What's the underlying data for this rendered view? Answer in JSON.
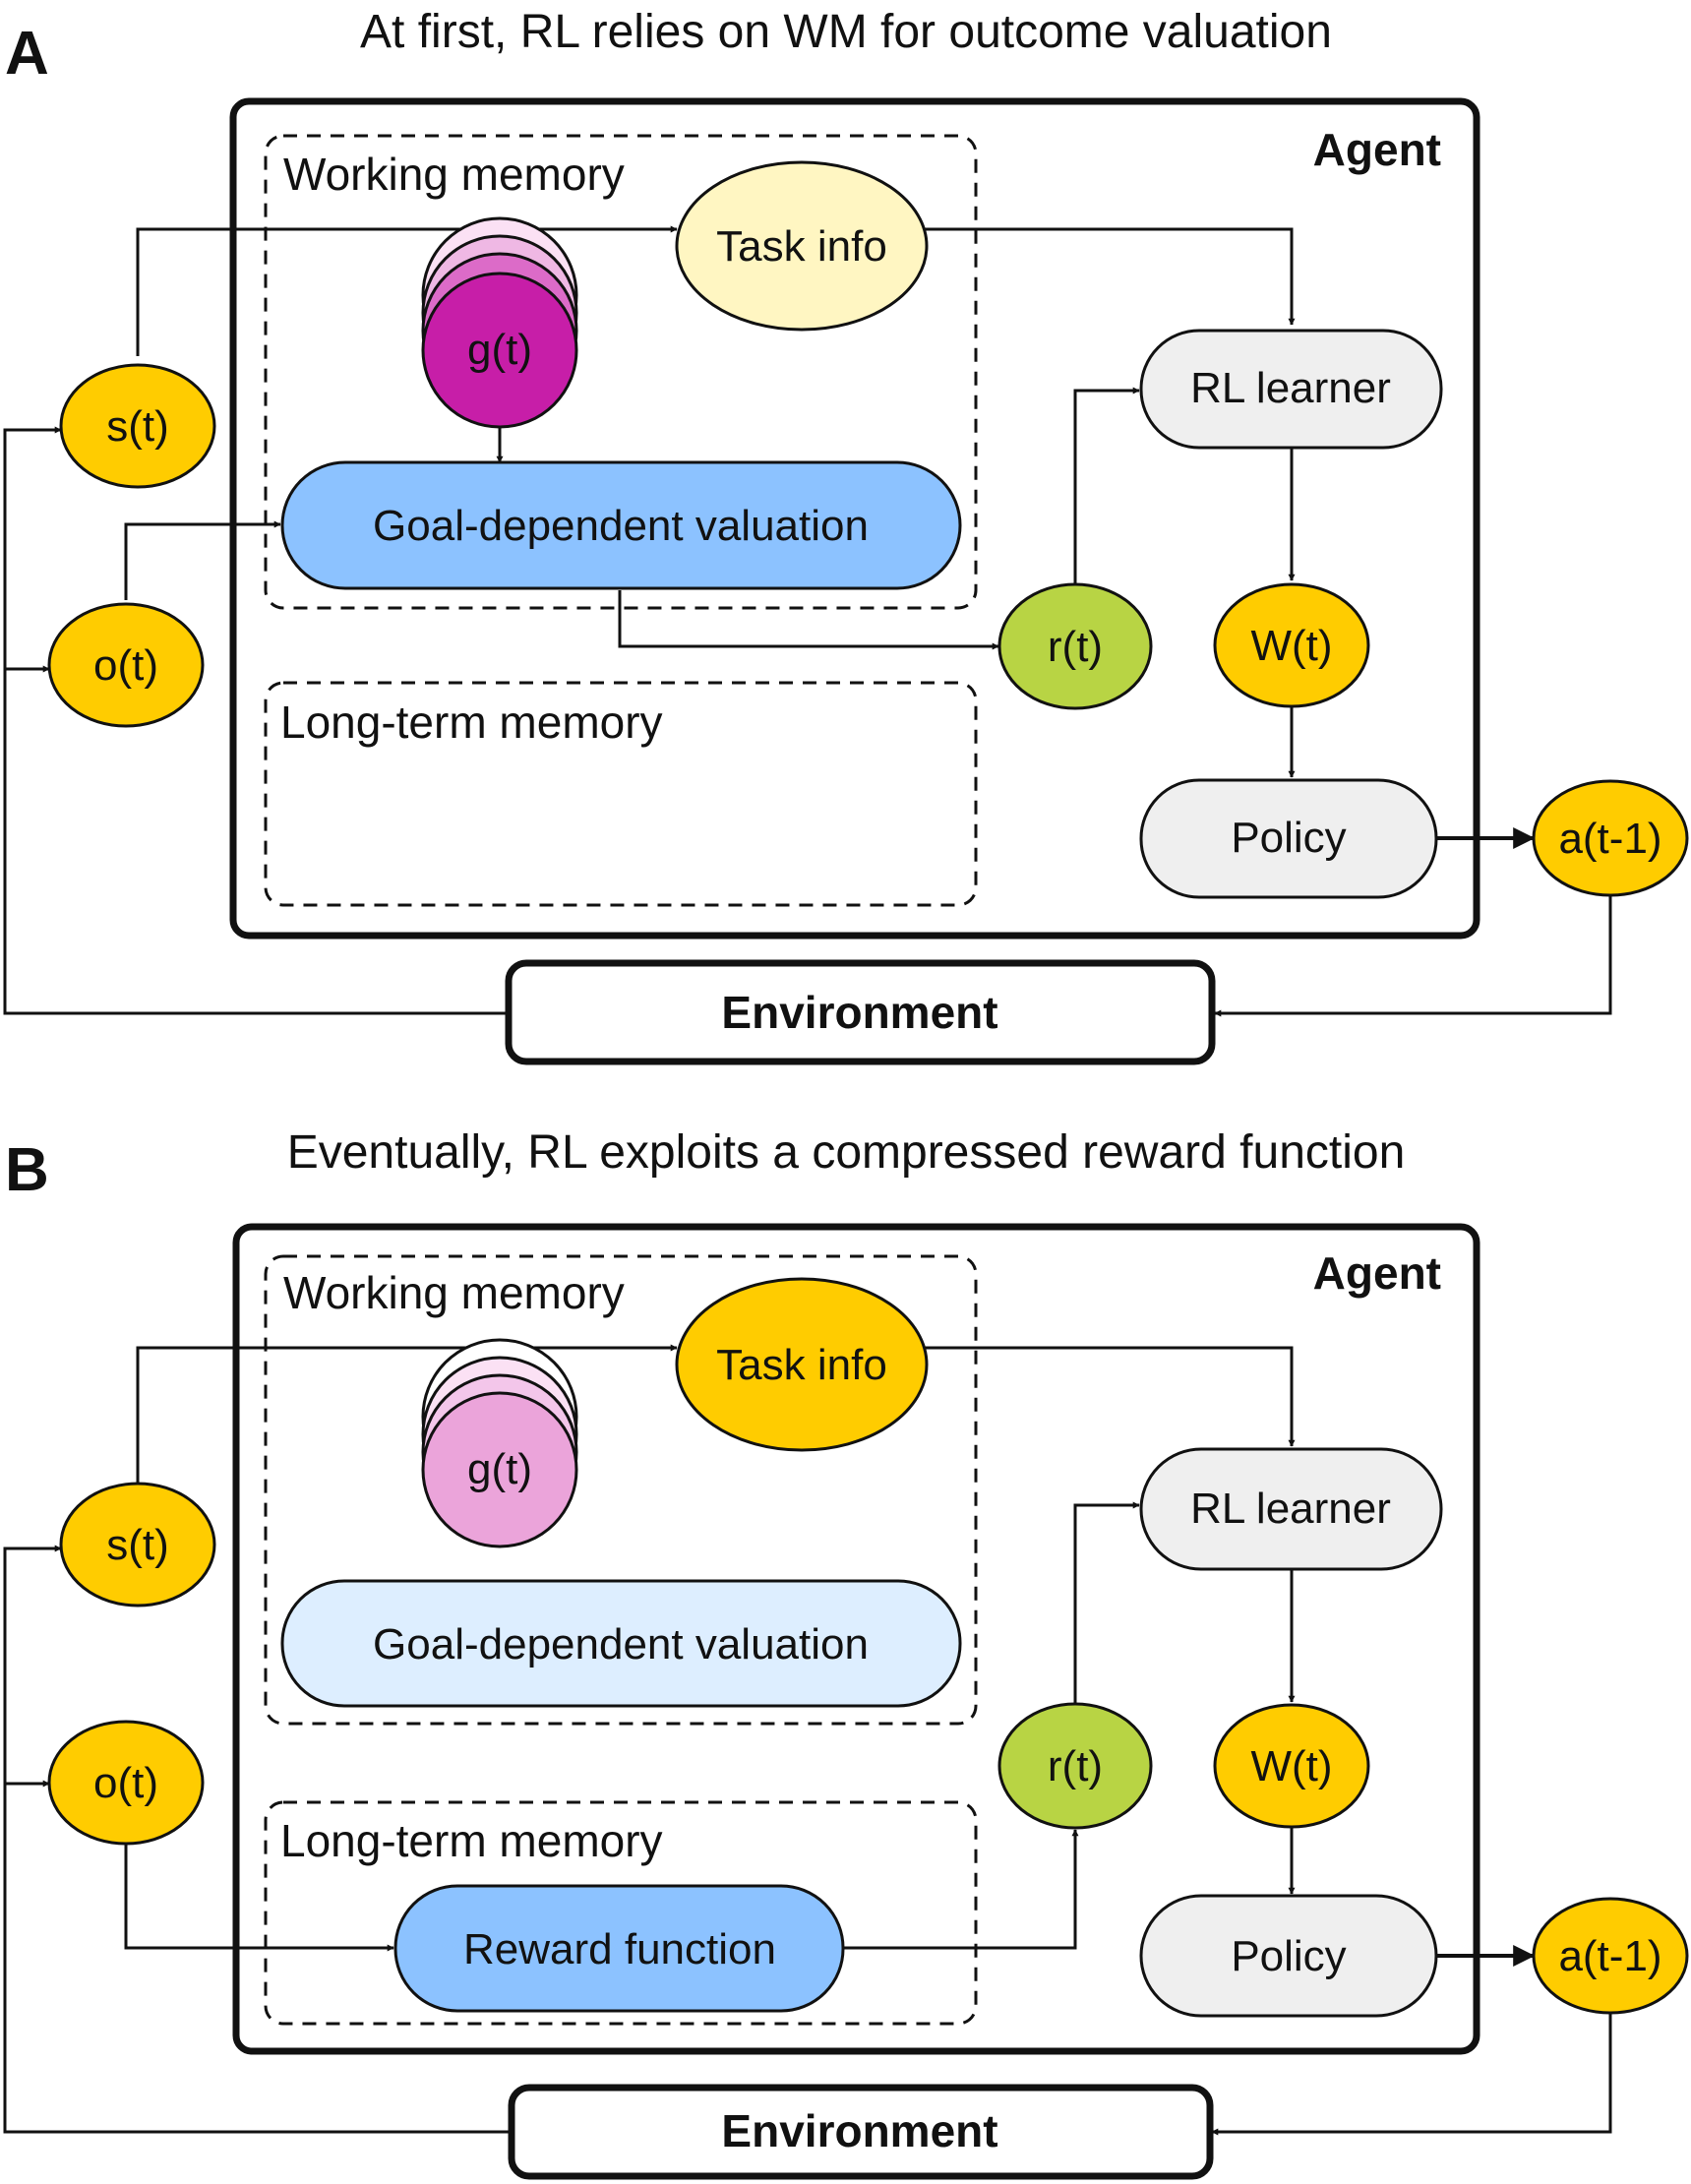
{
  "colors": {
    "node_yellow": "#FFCC00",
    "task_info_faded": "#FFF6C2",
    "green": "#B8D444",
    "goal_active": "#C71EA8",
    "goal_faded": "#EBA4DA",
    "goal_stack_active": "#EFB8E4",
    "goal_stack_faded": "#FBE1F4",
    "valuation_active": "#8CC2FF",
    "valuation_faded": "#DDEEFF",
    "reward_function": "#8CC2FF",
    "grey_box": "#EFEFEF",
    "line": "#111111"
  },
  "panel_a": {
    "letter": "A",
    "title": "At first, RL relies on WM for outcome valuation",
    "agent_label": "Agent",
    "working_memory_label": "Working memory",
    "long_term_memory_label": "Long-term memory",
    "task_info": "Task info",
    "goal": "g(t)",
    "valuation": "Goal-dependent valuation",
    "rl_learner": "RL learner",
    "reward": "r(t)",
    "weights": "W(t)",
    "policy": "Policy",
    "action": "a(t-1)",
    "state": "s(t)",
    "outcome": "o(t)",
    "environment": "Environment"
  },
  "panel_b": {
    "letter": "B",
    "title": "Eventually, RL exploits a compressed reward function",
    "agent_label": "Agent",
    "working_memory_label": "Working memory",
    "long_term_memory_label": "Long-term memory",
    "task_info": "Task info",
    "goal": "g(t)",
    "valuation": "Goal-dependent valuation",
    "reward_function": "Reward function",
    "rl_learner": "RL learner",
    "reward": "r(t)",
    "weights": "W(t)",
    "policy": "Policy",
    "action": "a(t-1)",
    "state": "s(t)",
    "outcome": "o(t)",
    "environment": "Environment"
  }
}
